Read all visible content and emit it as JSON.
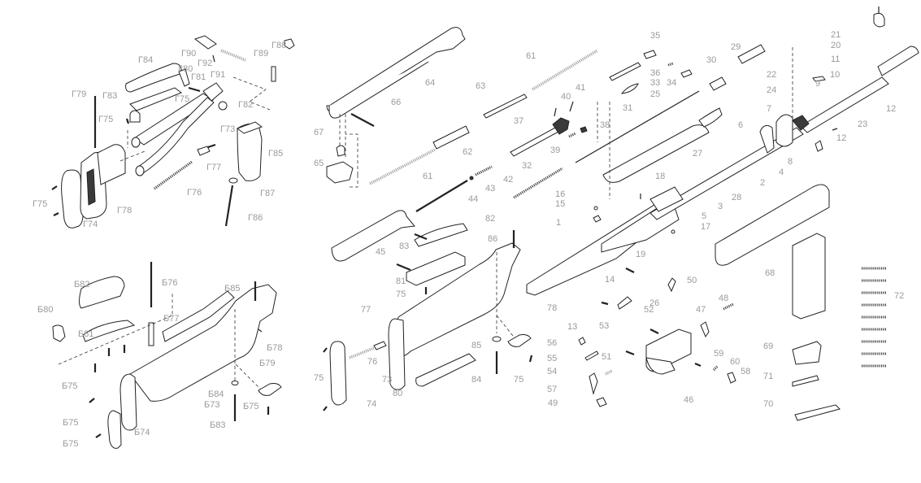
{
  "labels": {
    "g73": "Г73",
    "g74": "Г74",
    "g75a": "Г75",
    "g75b": "Г75",
    "g75c": "Г75",
    "g76": "Г76",
    "g77": "Г77",
    "g78": "Г78",
    "g79": "Г79",
    "g80": "Г80",
    "g81": "Г81",
    "g82": "Г82",
    "g83": "Г83",
    "g84": "Г84",
    "g85": "Г85",
    "g86": "Г86",
    "g87": "Г87",
    "g88": "Г88",
    "g89": "Г89",
    "g90": "Г90",
    "g91": "Г91",
    "g92": "Г92",
    "b73": "Б73",
    "b74": "Б74",
    "b75a": "Б75",
    "b75b": "Б75",
    "b75c": "Б75",
    "b75d": "Б75",
    "b76": "Б76",
    "b77": "Б77",
    "b78": "Б78",
    "b79": "Б79",
    "b80": "Б80",
    "b81": "Б81",
    "b82": "Б82",
    "b83": "Б83",
    "b84": "Б84",
    "b85": "Б85",
    "n1": "1",
    "n2": "2",
    "n3": "3",
    "n4": "4",
    "n5": "5",
    "n6": "6",
    "n7": "7",
    "n8": "8",
    "n9": "9",
    "n10": "10",
    "n11": "11",
    "n12a": "12",
    "n12b": "12",
    "n13": "13",
    "n14": "14",
    "n15": "15",
    "n16": "16",
    "n17": "17",
    "n18": "18",
    "n19": "19",
    "n20": "20",
    "n21": "21",
    "n22": "22",
    "n23": "23",
    "n24": "24",
    "n25": "25",
    "n26": "26",
    "n27": "27",
    "n28": "28",
    "n29": "29",
    "n30": "30",
    "n31": "31",
    "n32": "32",
    "n33": "33",
    "n34": "34",
    "n35": "35",
    "n36": "36",
    "n37": "37",
    "n38": "38",
    "n39": "39",
    "n40": "40",
    "n41": "41",
    "n42": "42",
    "n43": "43",
    "n44": "44",
    "n45": "45",
    "n46": "46",
    "n47": "47",
    "n48": "48",
    "n49": "49",
    "n50": "50",
    "n51": "51",
    "n52": "52",
    "n53": "53",
    "n54": "54",
    "n55": "55",
    "n56": "56",
    "n57": "57",
    "n58": "58",
    "n59": "59",
    "n60": "60",
    "n61a": "61",
    "n61b": "61",
    "n62": "62",
    "n63": "63",
    "n64": "64",
    "n65": "65",
    "n66": "66",
    "n67": "67",
    "n68": "68",
    "n69": "69",
    "n70": "70",
    "n71": "71",
    "n72": "72",
    "n73": "73",
    "n74": "74",
    "n75a": "75",
    "n75b": "75",
    "n75c": "75",
    "n76": "76",
    "n77": "77",
    "n78": "78",
    "n80": "80",
    "n81": "81",
    "n82": "82",
    "n83": "83",
    "n84": "84",
    "n85": "85",
    "n86": "86"
  },
  "colors": {
    "label": "#9a9a9a",
    "line": "#222222"
  }
}
